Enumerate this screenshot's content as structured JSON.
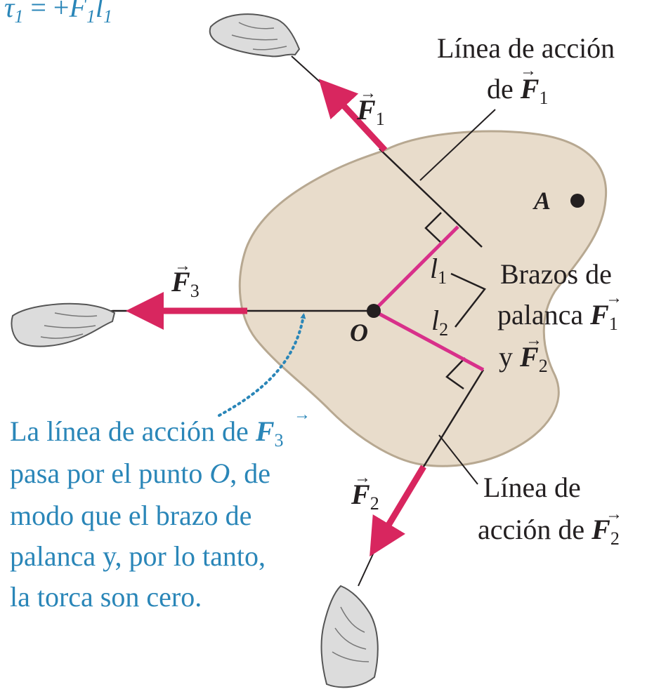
{
  "formula": {
    "tau": "τ",
    "tau_sub": "1",
    "rest": " = +",
    "F": "F",
    "F_sub": "1",
    "l": "l",
    "l_sub": "1"
  },
  "labels": {
    "line_action_f1": {
      "line1": "Línea de acción",
      "line2_prefix": "de ",
      "vec": "F",
      "sub": "1"
    },
    "line_action_f2": {
      "line1": "Línea de",
      "line2_prefix": "acción de ",
      "vec": "F",
      "sub": "2"
    },
    "lever_arms": {
      "line1": "Brazos de",
      "line2_prefix": "palanca ",
      "line3_prefix": "y ",
      "vec": "F",
      "sub1": "1",
      "sub2": "2"
    },
    "force_f1": {
      "vec": "F",
      "sub": "1"
    },
    "force_f2": {
      "vec": "F",
      "sub": "2"
    },
    "force_f3": {
      "vec": "F",
      "sub": "3"
    },
    "arm_l1": {
      "sym": "l",
      "sub": "1"
    },
    "arm_l2": {
      "sym": "l",
      "sub": "2"
    },
    "point_a": "A",
    "point_o": "O"
  },
  "caption": {
    "line1_prefix": "La línea de acción de ",
    "line1_vec": "F",
    "line1_sub": "3",
    "line2_prefix": "pasa por el punto ",
    "line2_O": "O",
    "line2_suffix": ", de",
    "line3": "modo que el brazo de",
    "line4": "palanca y, por lo tanto,",
    "line5": "la torca son cero."
  },
  "colors": {
    "body_fill": "#e8dccb",
    "body_stroke": "#b7a891",
    "force_arrow": "#d8265f",
    "lever_arm": "#d8308a",
    "caption": "#2a86b8",
    "dotted_arrow": "#2a86b8",
    "line": "#231f20"
  },
  "icons": {
    "hand_f1": "hand-pulling-rope-icon",
    "hand_f2": "hand-pulling-rope-icon",
    "hand_f3": "hand-pulling-rope-icon"
  }
}
